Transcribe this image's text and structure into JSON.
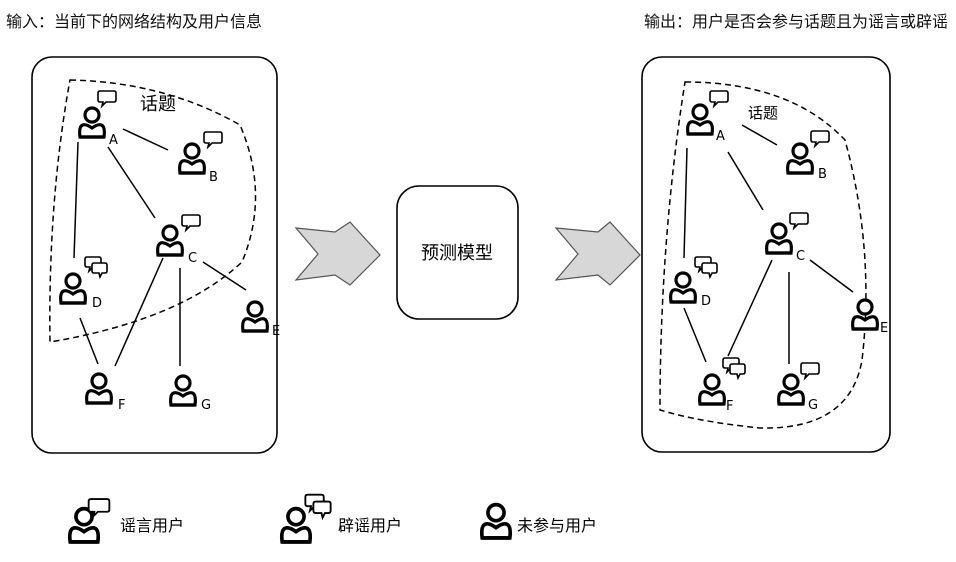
{
  "input_caption": "输入：当前下的网络结构及用户信息",
  "output_caption": "输出：用户是否会参与话题且为谣言或辟谣",
  "topic_label": "话题",
  "model_label": "预测模型",
  "nodes": {
    "A": "A",
    "B": "B",
    "C": "C",
    "D": "D",
    "E": "E",
    "F": "F",
    "G": "G"
  },
  "legend": [
    {
      "icon": "rumor-user-icon",
      "label": "谣言用户"
    },
    {
      "icon": "refute-user-icon",
      "label": "辟谣用户"
    },
    {
      "icon": "non-participant-user-icon",
      "label": "未参与用户"
    }
  ]
}
